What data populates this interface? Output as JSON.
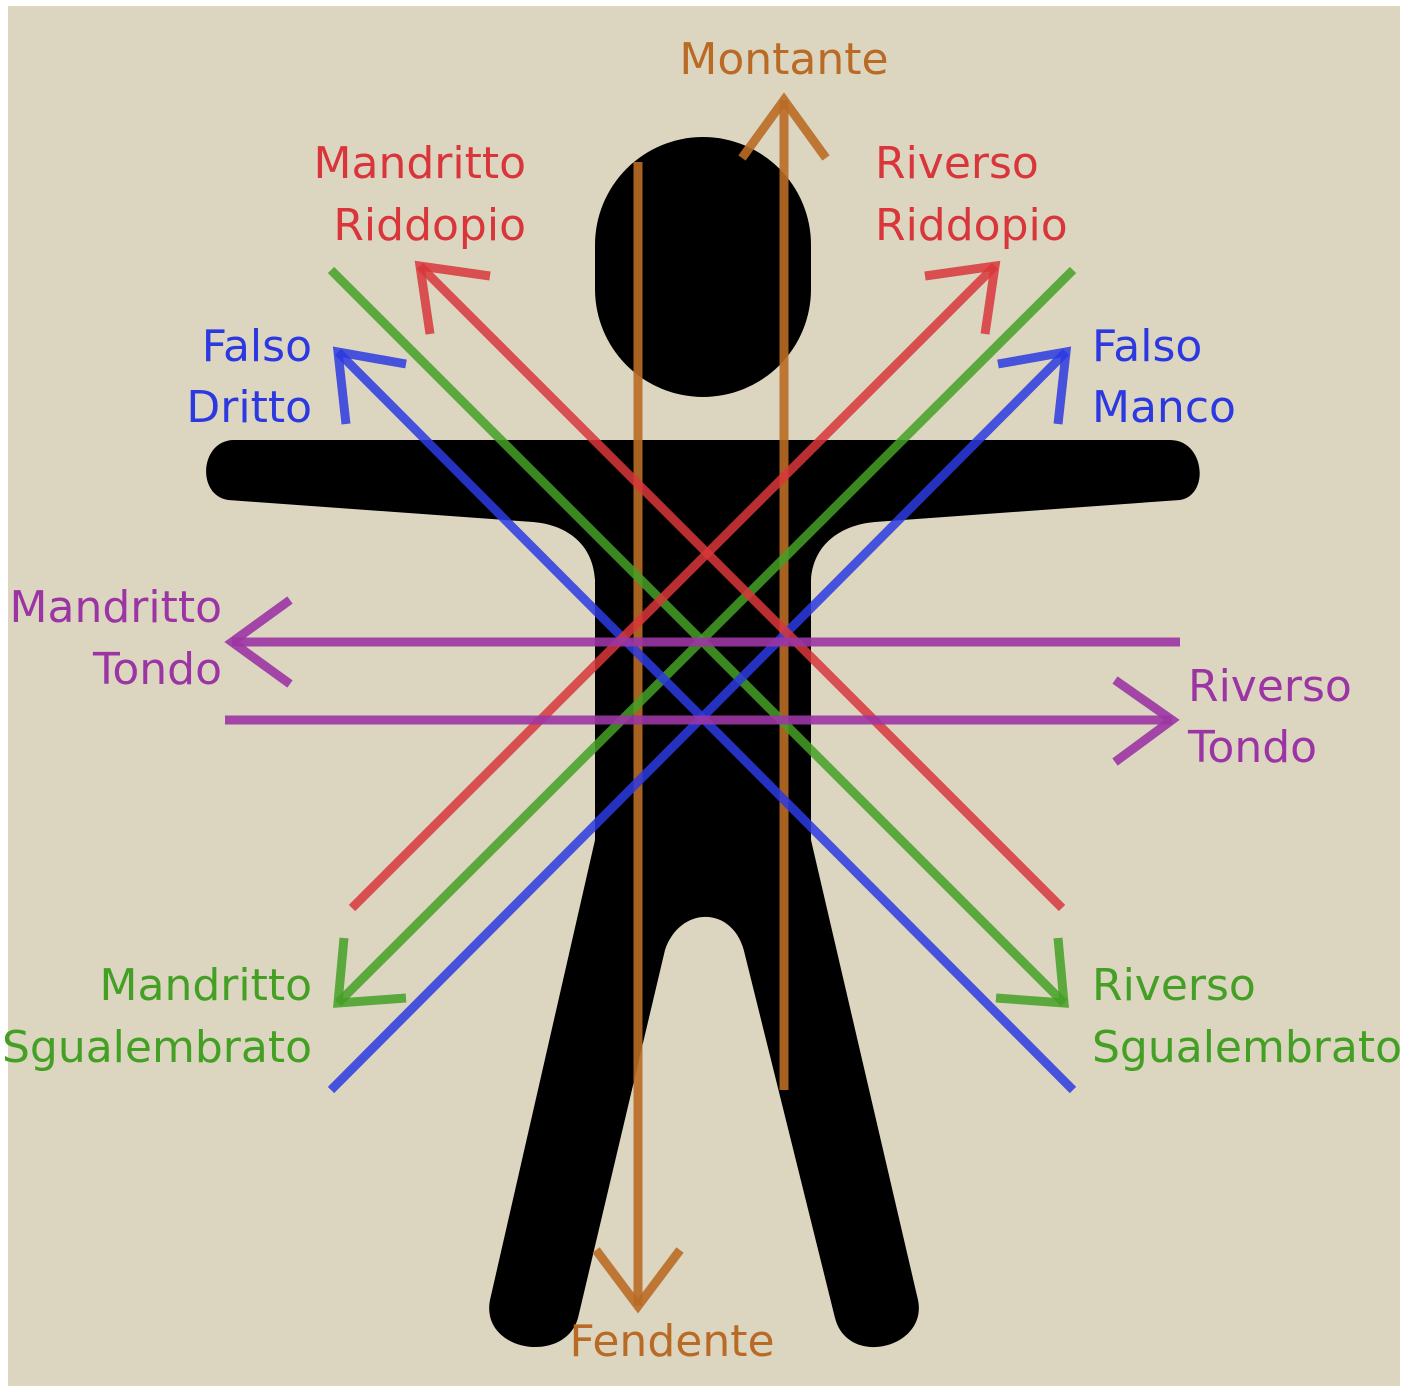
{
  "colors": {
    "background": "#dcd6c1",
    "figure": "#000000",
    "fendente_montante": "#b96b25",
    "riddopio": "#d8363a",
    "falso": "#2c39e0",
    "tondo": "#9c35a4",
    "sgualembrato": "#44a024"
  },
  "labels": {
    "montante": "Montante",
    "fendente": "Fendente",
    "mandritto_riddopio": [
      "Mandritto",
      "Riddopio"
    ],
    "riverso_riddopio": [
      "Riverso",
      "Riddopio"
    ],
    "falso_dritto": [
      "Falso",
      "Dritto"
    ],
    "falso_manco": [
      "Falso",
      "Manco"
    ],
    "mandritto_tondo": [
      "Mandritto",
      "Tondo"
    ],
    "riverso_tondo": [
      "Riverso",
      "Tondo"
    ],
    "mandritto_sgualembrato": [
      "Mandritto",
      "Sgualembrato"
    ],
    "riverso_sgualembrato": [
      "Riverso",
      "Sgualembrato"
    ]
  },
  "icons": {
    "figure": "human-figure-icon"
  }
}
